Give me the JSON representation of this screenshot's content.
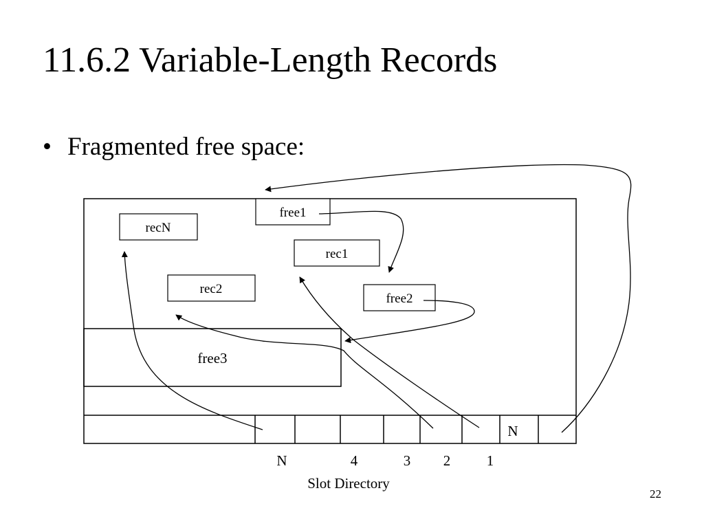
{
  "slide": {
    "title": "11.6.2 Variable-Length Records",
    "bullet_symbol": "•",
    "bullet": "Fragmented free space:",
    "page_number": "22"
  },
  "diagram": {
    "boxes": {
      "free1": "free1",
      "recN": "recN",
      "rec1": "rec1",
      "rec2": "rec2",
      "free2": "free2",
      "free3": "free3"
    },
    "slot_cell_entry": "N",
    "slot_labels": [
      "N",
      "4",
      "3",
      "2",
      "1"
    ],
    "caption": "Slot Directory"
  }
}
